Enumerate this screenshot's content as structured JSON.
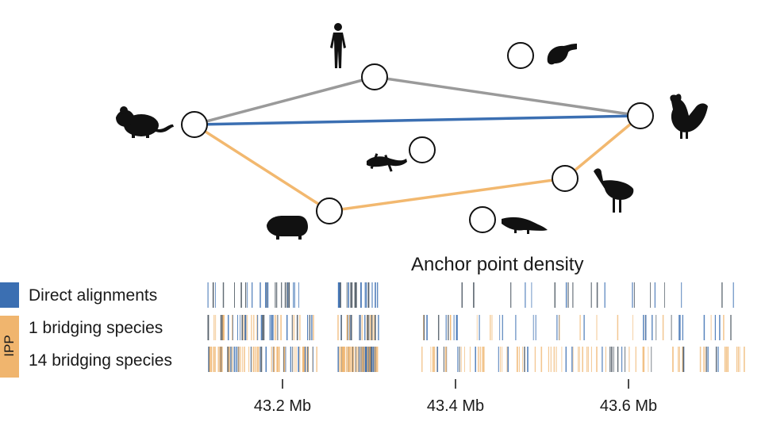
{
  "colors": {
    "direct": "#3b6fb2",
    "ipp": "#f0b56e",
    "ipp_edge": "#f2b86f",
    "gray_edge": "#9a9a9a",
    "dark_tick": "#4a5560",
    "silhouette": "#111111"
  },
  "species_nodes": [
    {
      "id": "human",
      "icon": "human-silhouette-icon"
    },
    {
      "id": "platypus",
      "icon": "platypus-silhouette-icon"
    },
    {
      "id": "mouse",
      "icon": "mouse-silhouette-icon"
    },
    {
      "id": "chicken",
      "icon": "chicken-silhouette-icon"
    },
    {
      "id": "lizard",
      "icon": "lizard-silhouette-icon"
    },
    {
      "id": "emu",
      "icon": "emu-silhouette-icon"
    },
    {
      "id": "pig",
      "icon": "pig-silhouette-icon"
    },
    {
      "id": "alligator",
      "icon": "alligator-silhouette-icon"
    }
  ],
  "density": {
    "title": "Anchor point density",
    "rows": [
      {
        "label": "Direct alignments"
      },
      {
        "label": "1 bridging species"
      },
      {
        "label": "14 bridging species"
      }
    ],
    "group_label": "IPP",
    "axis": {
      "ticks": [
        {
          "value": 43.2,
          "label": "43.2 Mb"
        },
        {
          "value": 43.4,
          "label": "43.4 Mb"
        },
        {
          "value": 43.6,
          "label": "43.6 Mb"
        }
      ]
    }
  }
}
